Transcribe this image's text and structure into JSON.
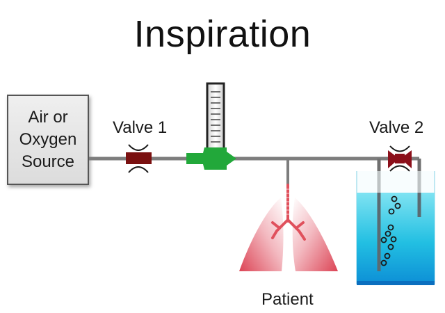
{
  "title": "Inspiration",
  "source": {
    "label_lines": [
      "Air or",
      "Oxygen",
      "Source"
    ]
  },
  "valve1": {
    "label": "Valve 1",
    "color": "#7a1010"
  },
  "valve2": {
    "label": "Valve 2",
    "color": "#8b0f1a"
  },
  "flow_meter": {
    "color": "#22a83a"
  },
  "patient": {
    "label": "Patient",
    "lung_color": "#e0505c"
  },
  "water_tank": {
    "color": "#27c1e0"
  },
  "pipe": {
    "color": "#7d7d7d"
  }
}
